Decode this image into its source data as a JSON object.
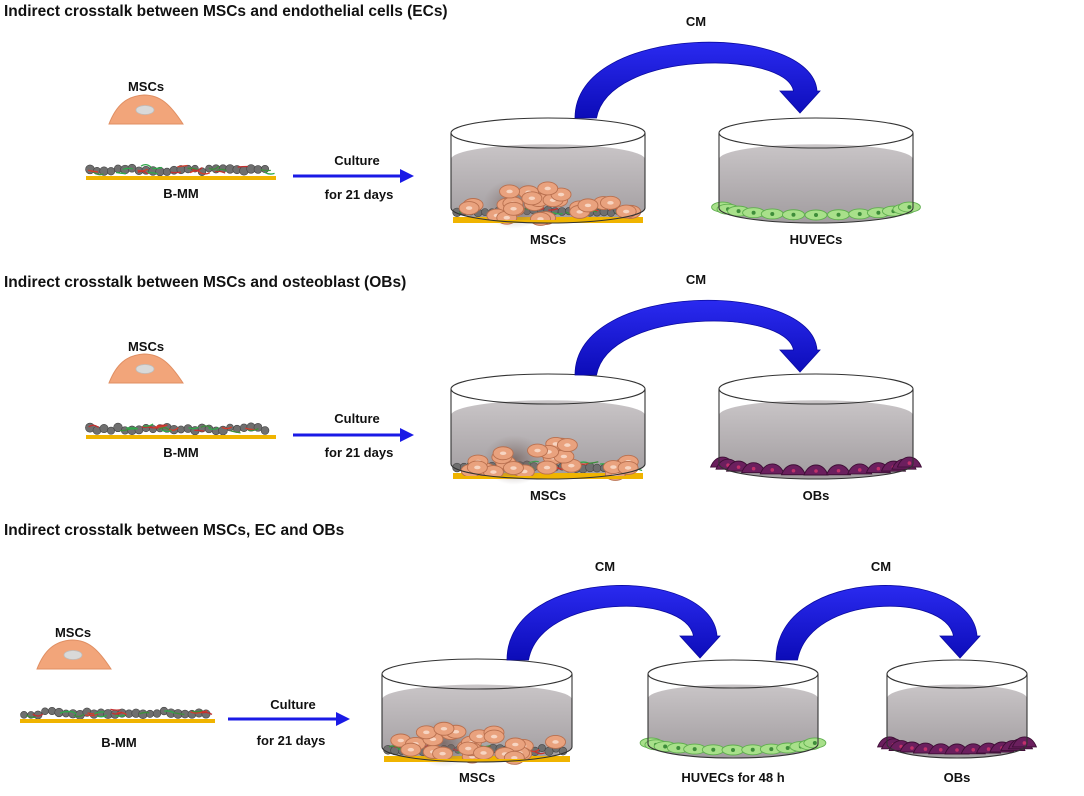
{
  "panels": [
    {
      "title": "Indirect crosstalk between MSCs and endothelial cells (ECs)",
      "cell_label": "MSCs",
      "scaffold_label": "B-MM",
      "culture_line1": "Culture",
      "culture_line2": "for 21 days",
      "dishes": [
        {
          "label": "MSCs",
          "content": "msc"
        },
        {
          "label": "HUVECs",
          "content": "huvec"
        }
      ],
      "cm_arrows": [
        {
          "label": "CM"
        }
      ]
    },
    {
      "title": "Indirect crosstalk between MSCs and osteoblast (OBs)",
      "cell_label": "MSCs",
      "scaffold_label": "B-MM",
      "culture_line1": "Culture",
      "culture_line2": "for 21 days",
      "dishes": [
        {
          "label": "MSCs",
          "content": "msc"
        },
        {
          "label": "OBs",
          "content": "ob"
        }
      ],
      "cm_arrows": [
        {
          "label": "CM"
        }
      ]
    },
    {
      "title": "Indirect crosstalk between MSCs, EC and OBs",
      "cell_label": "MSCs",
      "scaffold_label": "B-MM",
      "culture_line1": "Culture",
      "culture_line2": "for 21 days",
      "dishes": [
        {
          "label": "MSCs",
          "content": "msc"
        },
        {
          "label": "HUVECs for 48 h",
          "content": "huvec"
        },
        {
          "label": "OBs",
          "content": "ob"
        }
      ],
      "cm_arrows": [
        {
          "label": "CM"
        },
        {
          "label": "CM"
        }
      ]
    }
  ],
  "colors": {
    "arrow_blue": "#1a1ae6",
    "scaffold_gold": "#f0b400",
    "msc_cell": "#f2a57a",
    "msc_nucleus": "#d9d9d9",
    "medium_gray": "#a8a4a6",
    "huvec_green": "#a8e08a",
    "ob_purple": "#6b1f5e"
  }
}
